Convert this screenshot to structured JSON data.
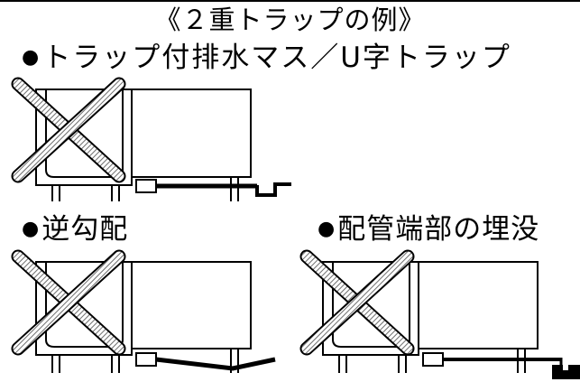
{
  "title": "《２重トラップの例》",
  "bullet": "●",
  "examples": [
    {
      "label": "トラップ付排水マス／U字トラップ"
    },
    {
      "label": "逆勾配"
    },
    {
      "label": "配管端部の埋没"
    }
  ],
  "colors": {
    "line": "#000000",
    "hatch": "#7a7a7a",
    "background": "#ffffff"
  }
}
